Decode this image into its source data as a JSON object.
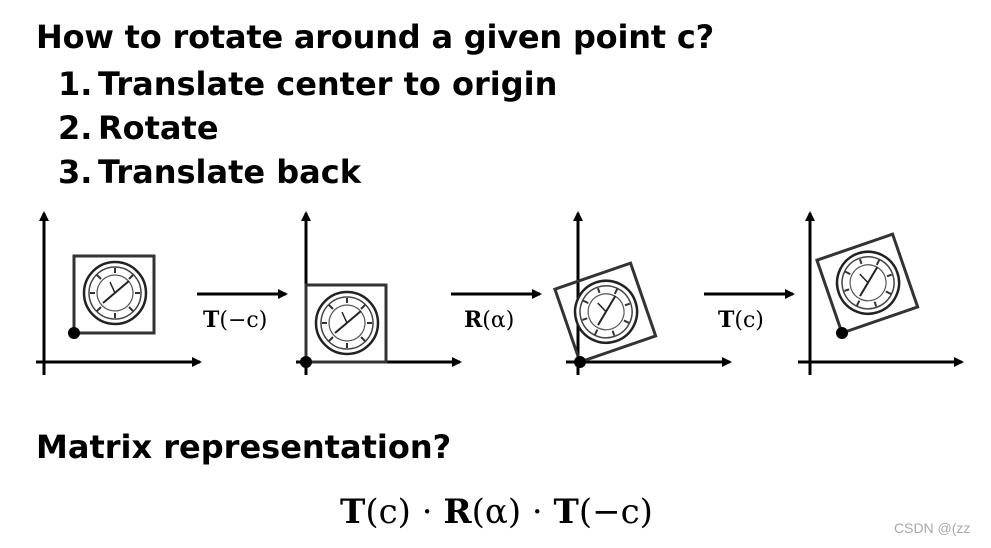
{
  "title": "How to rotate around a given point c?",
  "steps": [
    {
      "num": "1.",
      "label": "Translate center to origin"
    },
    {
      "num": "2.",
      "label": "Rotate"
    },
    {
      "num": "3.",
      "label": "Translate back"
    }
  ],
  "operations": [
    {
      "bold": "T",
      "rest": "(−c)"
    },
    {
      "bold": "R",
      "rest": "(α)"
    },
    {
      "bold": "T",
      "rest": "(c)"
    }
  ],
  "matrix_heading": "Matrix representation?",
  "formula": {
    "t1": "T",
    "a1": "(c)",
    "dot1": " · ",
    "r": "R",
    "a2": "(α)",
    "dot2": " · ",
    "t2": "T",
    "a3": "(−c)"
  },
  "watermark": "CSDN @(zz",
  "icons": [
    "clock-icon"
  ],
  "colors": {
    "stroke": "#000000",
    "frame": "#333333",
    "watermark": "#a8a8a8"
  }
}
